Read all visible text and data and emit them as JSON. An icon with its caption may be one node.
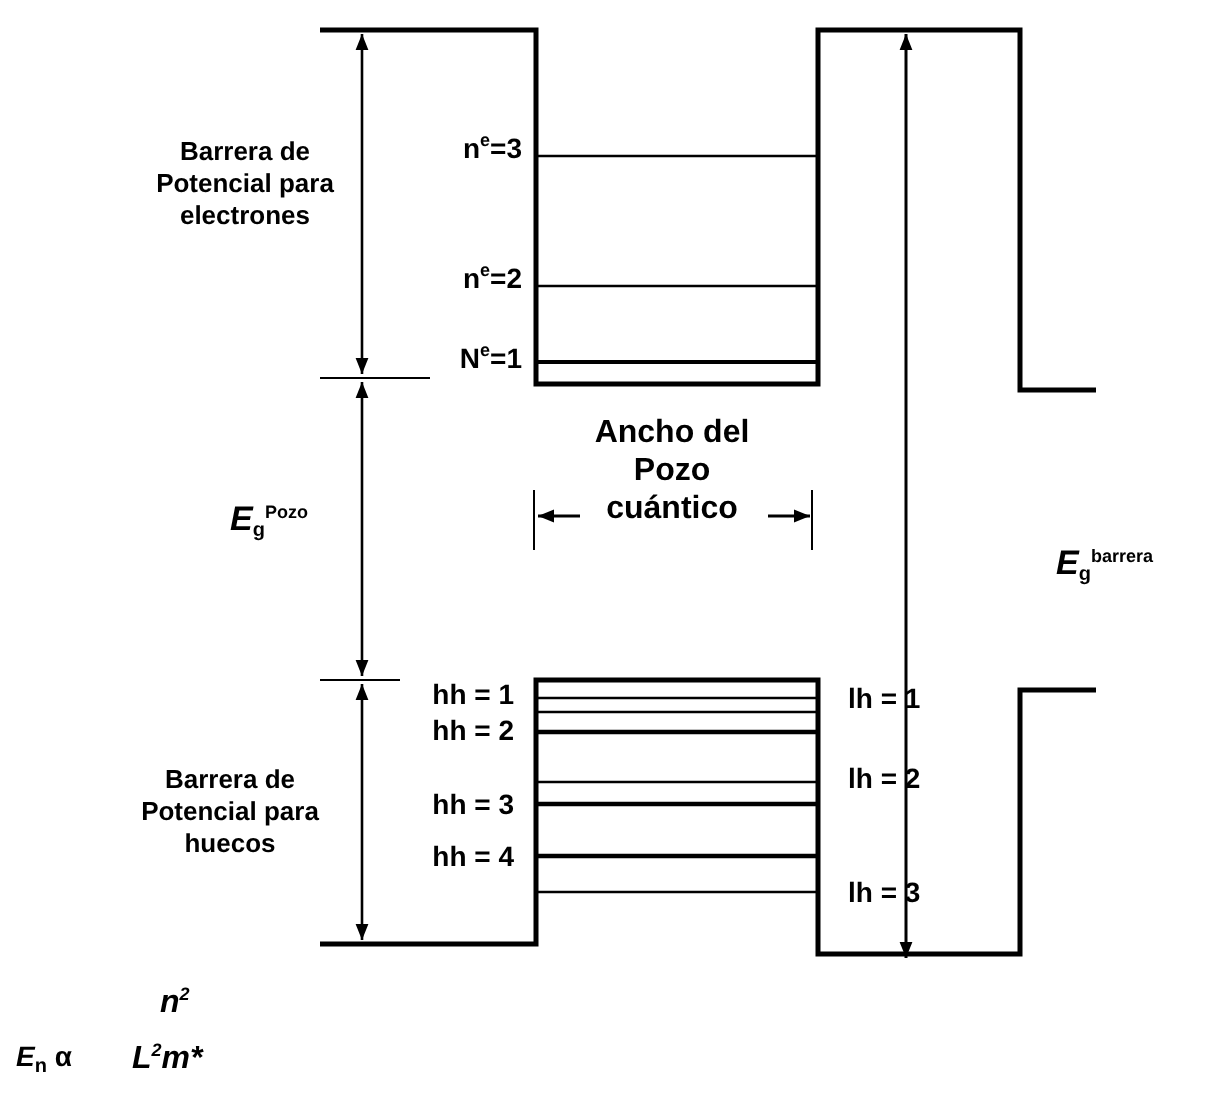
{
  "diagram": {
    "labels": [
      "Barrera de Potencial para electrones",
      "n$^{e}$=3",
      "n$^{e}$=2",
      "N$^{e}$=1",
      "Ancho del Pozo cuántico",
      "*E*$_{g}$$^{Pozo}$",
      "*E*$_{g}$$^{barrera}$",
      "hh = 1",
      "lh = 1",
      "hh = 2",
      "lh = 2",
      "Barrera de Potencial para huecos",
      "hh = 3",
      "hh = 4",
      "lh = 3",
      "*E*$_{n}$ α",
      "n$^{2}$",
      "L$^{2}$m*"
    ]
  }
}
